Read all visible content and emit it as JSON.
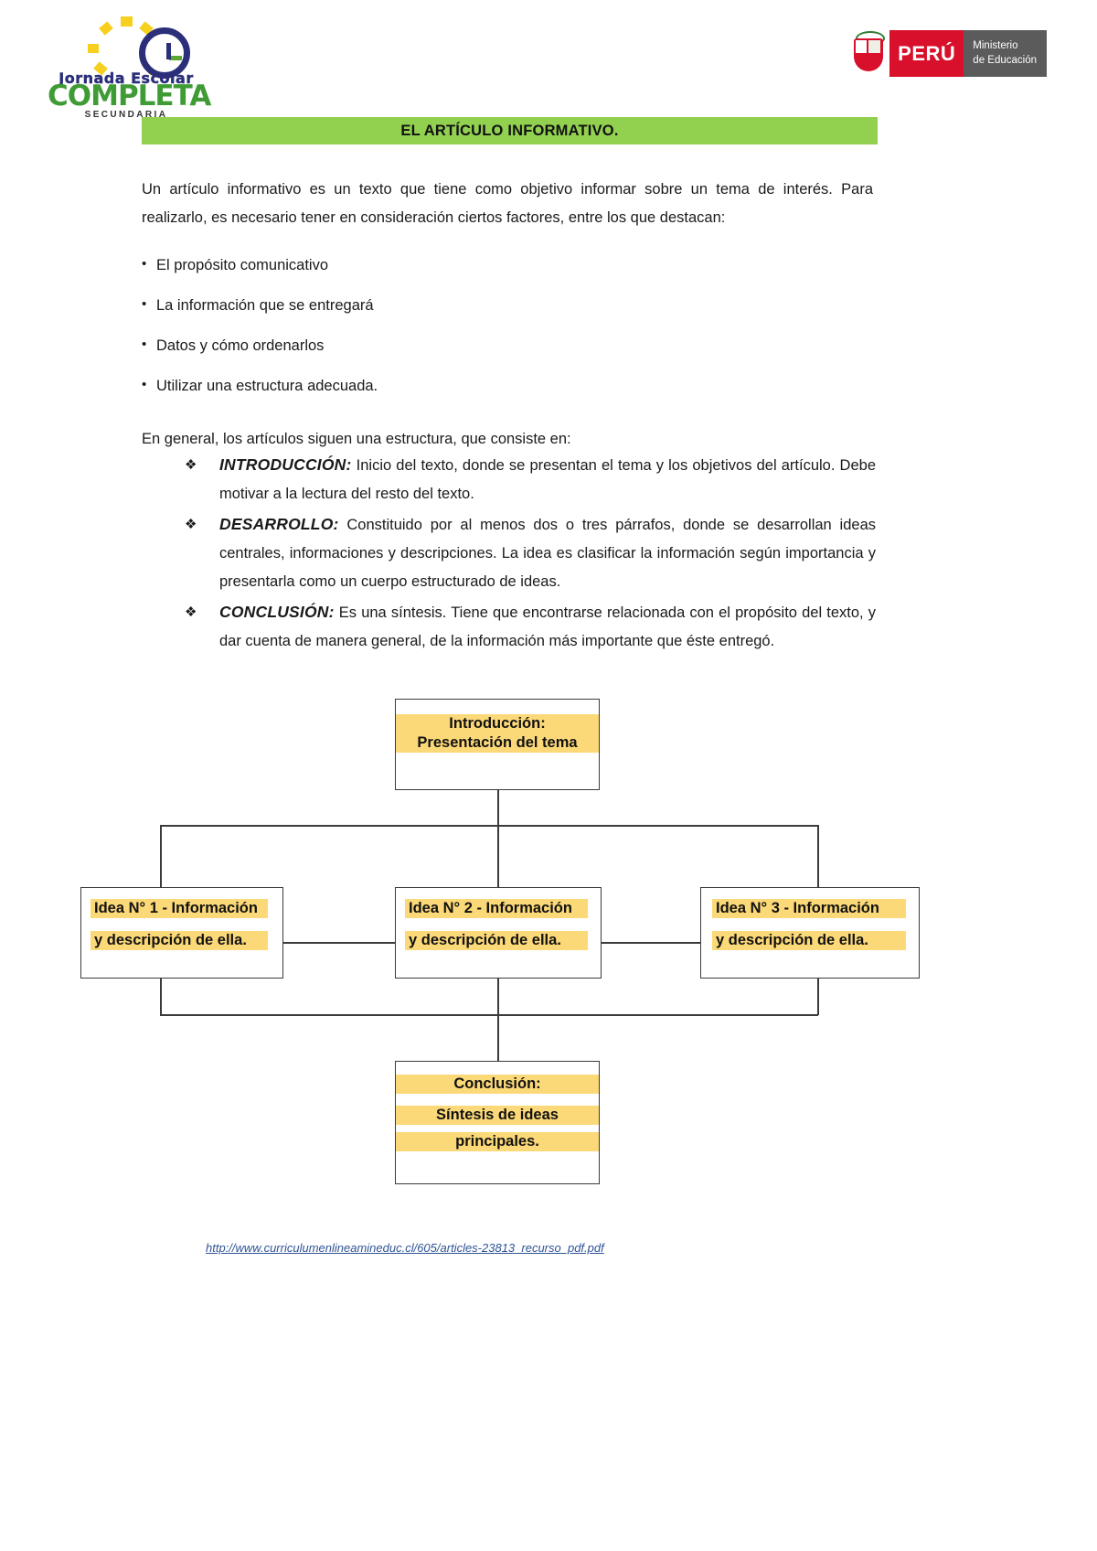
{
  "header": {
    "jec_logo": {
      "line1": "Jornada Escolar",
      "line2": "COMPLETA",
      "line3": "SECUNDARIA"
    },
    "minedu_logo": {
      "country": "PERÚ",
      "ministry_line1": "Ministerio",
      "ministry_line2": "de Educación"
    }
  },
  "document": {
    "title": "EL  ARTÍCULO INFORMATIVO.",
    "title_bg": "#92d050",
    "intro_paragraph": "Un artículo informativo es un texto que tiene como objetivo informar  sobre un tema de interés. Para realizarlo, es necesario tener en consideración ciertos factores, entre los que destacan:",
    "factor_bullets": [
      "El propósito comunicativo",
      "La información que se entregará",
      "Datos y cómo ordenarlos",
      "Utilizar una estructura adecuada."
    ],
    "structure_lead": "En general, los artículos siguen una estructura, que consiste en:",
    "structure_items": [
      {
        "term": "INTRODUCCIÓN:",
        "definition": " Inicio del texto, donde se presentan el tema y los objetivos del artículo. Debe motivar a la lectura del resto del texto."
      },
      {
        "term": "DESARROLLO:",
        "definition": " Constituido por al menos dos o tres  párrafos, donde se desarrollan ideas centrales, informaciones y descripciones. La idea es clasificar la información según importancia y presentarla como un cuerpo estructurado de ideas."
      },
      {
        "term": "CONCLUSIÓN:",
        "definition": " Es una síntesis. Tiene que encontrarse relacionada con el propósito del texto, y dar cuenta de manera general, de la información más importante que éste entregó."
      }
    ],
    "source_link": "http://www.curriculumenlineamineduc.cl/605/articles-23813_recurso_pdf.pdf"
  },
  "flowchart": {
    "highlight_color": "#fcd978",
    "border_color": "#3b3b3b",
    "intro_node": {
      "line1": "Introducción:",
      "line2": "Presentación del tema"
    },
    "idea_nodes": [
      {
        "line1": "Idea N° 1 - Información",
        "line2": "y descripción de ella."
      },
      {
        "line1": "Idea N° 2 -  Información",
        "line2": "y descripción de ella."
      },
      {
        "line1": "Idea N° 3 - Información",
        "line2": "y descripción de ella."
      }
    ],
    "conclusion_node": {
      "line1": "Conclusión:",
      "line2": "Síntesis de ideas",
      "line3": "principales."
    }
  }
}
